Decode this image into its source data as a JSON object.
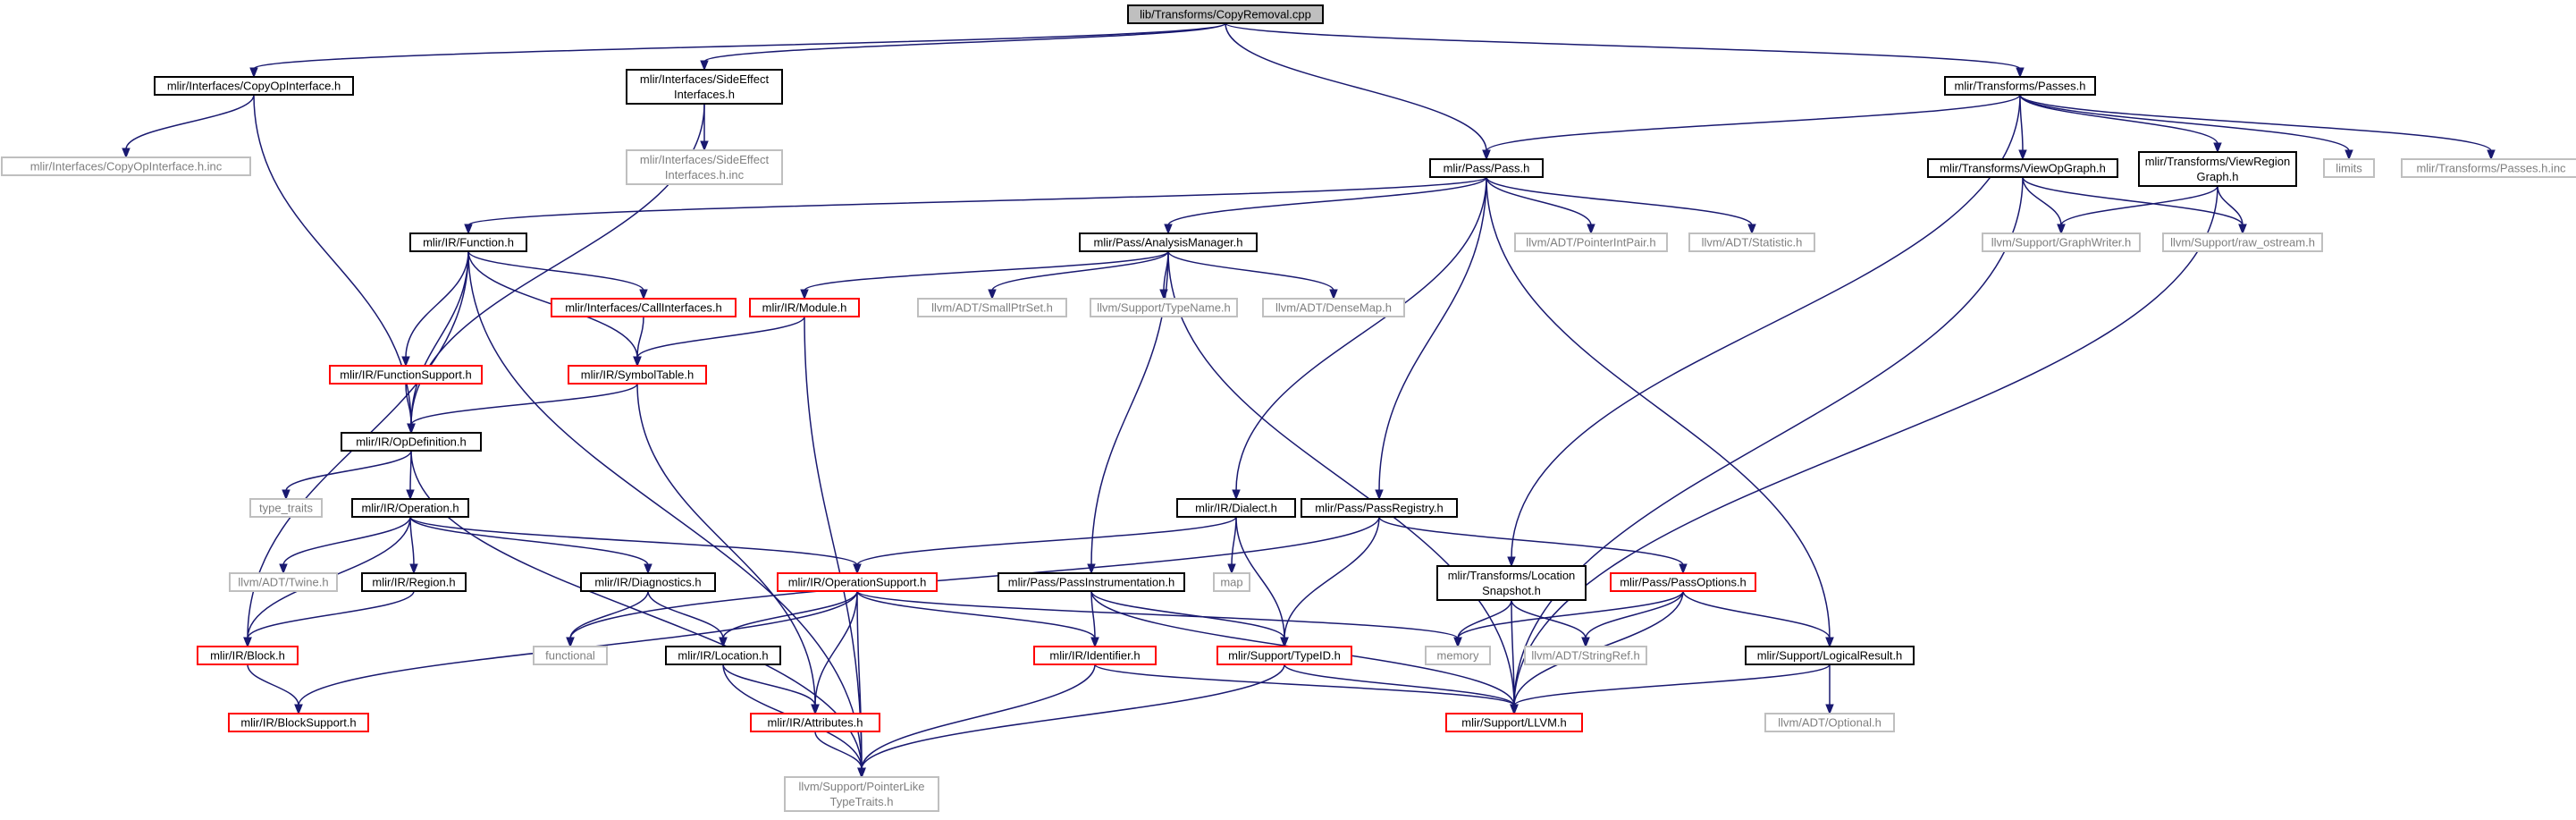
{
  "colors": {
    "edge": "#191970",
    "root_fill": "#bfbfbf",
    "border_normal": "#000000",
    "border_truncated": "#ff0000",
    "border_external": "#bfbfbf",
    "text_normal": "#000000",
    "text_external": "#7f7f7f"
  },
  "graph": {
    "nodes": [
      {
        "id": "copyremoval",
        "lines": [
          "lib/Transforms/CopyRemoval.cpp"
        ],
        "kind": "root"
      },
      {
        "id": "copyopinterface",
        "lines": [
          "mlir/Interfaces/CopyOpInterface.h"
        ],
        "kind": "normal"
      },
      {
        "id": "sideeffect",
        "lines": [
          "mlir/Interfaces/SideEffect",
          "Interfaces.h"
        ],
        "kind": "normal"
      },
      {
        "id": "transforms_passes",
        "lines": [
          "mlir/Transforms/Passes.h"
        ],
        "kind": "normal"
      },
      {
        "id": "copyop_inc",
        "lines": [
          "mlir/Interfaces/CopyOpInterface.h.inc"
        ],
        "kind": "external"
      },
      {
        "id": "sideeffect_inc",
        "lines": [
          "mlir/Interfaces/SideEffect",
          "Interfaces.h.inc"
        ],
        "kind": "external"
      },
      {
        "id": "pass_pass",
        "lines": [
          "mlir/Pass/Pass.h"
        ],
        "kind": "normal"
      },
      {
        "id": "viewopgraph",
        "lines": [
          "mlir/Transforms/ViewOpGraph.h"
        ],
        "kind": "normal"
      },
      {
        "id": "viewregiongraph",
        "lines": [
          "mlir/Transforms/ViewRegion",
          "Graph.h"
        ],
        "kind": "normal"
      },
      {
        "id": "limits",
        "lines": [
          "limits"
        ],
        "kind": "external"
      },
      {
        "id": "passes_inc",
        "lines": [
          "mlir/Transforms/Passes.h.inc"
        ],
        "kind": "external"
      },
      {
        "id": "function",
        "lines": [
          "mlir/IR/Function.h"
        ],
        "kind": "normal"
      },
      {
        "id": "analysismanager",
        "lines": [
          "mlir/Pass/AnalysisManager.h"
        ],
        "kind": "normal"
      },
      {
        "id": "pointerintpair",
        "lines": [
          "llvm/ADT/PointerIntPair.h"
        ],
        "kind": "external"
      },
      {
        "id": "statistic",
        "lines": [
          "llvm/ADT/Statistic.h"
        ],
        "kind": "external"
      },
      {
        "id": "graphwriter",
        "lines": [
          "llvm/Support/GraphWriter.h"
        ],
        "kind": "external"
      },
      {
        "id": "raw_ostream",
        "lines": [
          "llvm/Support/raw_ostream.h"
        ],
        "kind": "external"
      },
      {
        "id": "callinterfaces",
        "lines": [
          "mlir/Interfaces/CallInterfaces.h"
        ],
        "kind": "truncated"
      },
      {
        "id": "module",
        "lines": [
          "mlir/IR/Module.h"
        ],
        "kind": "truncated"
      },
      {
        "id": "smallptrset",
        "lines": [
          "llvm/ADT/SmallPtrSet.h"
        ],
        "kind": "external"
      },
      {
        "id": "typename",
        "lines": [
          "llvm/Support/TypeName.h"
        ],
        "kind": "external"
      },
      {
        "id": "densemap",
        "lines": [
          "llvm/ADT/DenseMap.h"
        ],
        "kind": "external"
      },
      {
        "id": "functionsupport",
        "lines": [
          "mlir/IR/FunctionSupport.h"
        ],
        "kind": "truncated"
      },
      {
        "id": "symboltable",
        "lines": [
          "mlir/IR/SymbolTable.h"
        ],
        "kind": "truncated"
      },
      {
        "id": "opdefinition",
        "lines": [
          "mlir/IR/OpDefinition.h"
        ],
        "kind": "normal"
      },
      {
        "id": "type_traits",
        "lines": [
          "type_traits"
        ],
        "kind": "external"
      },
      {
        "id": "operation",
        "lines": [
          "mlir/IR/Operation.h"
        ],
        "kind": "normal"
      },
      {
        "id": "dialect",
        "lines": [
          "mlir/IR/Dialect.h"
        ],
        "kind": "normal"
      },
      {
        "id": "passregistry",
        "lines": [
          "mlir/Pass/PassRegistry.h"
        ],
        "kind": "normal"
      },
      {
        "id": "twine",
        "lines": [
          "llvm/ADT/Twine.h"
        ],
        "kind": "external"
      },
      {
        "id": "region",
        "lines": [
          "mlir/IR/Region.h"
        ],
        "kind": "normal"
      },
      {
        "id": "diagnostics",
        "lines": [
          "mlir/IR/Diagnostics.h"
        ],
        "kind": "normal"
      },
      {
        "id": "operationsupport",
        "lines": [
          "mlir/IR/OperationSupport.h"
        ],
        "kind": "truncated"
      },
      {
        "id": "map",
        "lines": [
          "map"
        ],
        "kind": "external"
      },
      {
        "id": "passinstrumentation",
        "lines": [
          "mlir/Pass/PassInstrumentation.h"
        ],
        "kind": "normal"
      },
      {
        "id": "locationsnapshot",
        "lines": [
          "mlir/Transforms/Location",
          "Snapshot.h"
        ],
        "kind": "normal"
      },
      {
        "id": "passoptions",
        "lines": [
          "mlir/Pass/PassOptions.h"
        ],
        "kind": "truncated"
      },
      {
        "id": "block",
        "lines": [
          "mlir/IR/Block.h"
        ],
        "kind": "truncated"
      },
      {
        "id": "functional",
        "lines": [
          "functional"
        ],
        "kind": "external"
      },
      {
        "id": "location",
        "lines": [
          "mlir/IR/Location.h"
        ],
        "kind": "normal"
      },
      {
        "id": "identifier",
        "lines": [
          "mlir/IR/Identifier.h"
        ],
        "kind": "truncated"
      },
      {
        "id": "typeid",
        "lines": [
          "mlir/Support/TypeID.h"
        ],
        "kind": "truncated"
      },
      {
        "id": "memory",
        "lines": [
          "memory"
        ],
        "kind": "external"
      },
      {
        "id": "stringref",
        "lines": [
          "llvm/ADT/StringRef.h"
        ],
        "kind": "external"
      },
      {
        "id": "logicalresult",
        "lines": [
          "mlir/Support/LogicalResult.h"
        ],
        "kind": "normal"
      },
      {
        "id": "blocksupport",
        "lines": [
          "mlir/IR/BlockSupport.h"
        ],
        "kind": "truncated"
      },
      {
        "id": "attributes",
        "lines": [
          "mlir/IR/Attributes.h"
        ],
        "kind": "truncated"
      },
      {
        "id": "llvm_h",
        "lines": [
          "mlir/Support/LLVM.h"
        ],
        "kind": "truncated"
      },
      {
        "id": "optional",
        "lines": [
          "llvm/ADT/Optional.h"
        ],
        "kind": "external"
      },
      {
        "id": "pointerlike",
        "lines": [
          "llvm/Support/PointerLike",
          "TypeTraits.h"
        ],
        "kind": "external"
      }
    ],
    "edges": [
      [
        "copyremoval",
        "copyopinterface"
      ],
      [
        "copyremoval",
        "sideeffect"
      ],
      [
        "copyremoval",
        "pass_pass"
      ],
      [
        "copyremoval",
        "transforms_passes"
      ],
      [
        "copyopinterface",
        "copyop_inc"
      ],
      [
        "copyopinterface",
        "opdefinition"
      ],
      [
        "sideeffect",
        "sideeffect_inc"
      ],
      [
        "sideeffect",
        "opdefinition"
      ],
      [
        "transforms_passes",
        "pass_pass"
      ],
      [
        "transforms_passes",
        "viewopgraph"
      ],
      [
        "transforms_passes",
        "viewregiongraph"
      ],
      [
        "transforms_passes",
        "limits"
      ],
      [
        "transforms_passes",
        "passes_inc"
      ],
      [
        "transforms_passes",
        "locationsnapshot"
      ],
      [
        "pass_pass",
        "function"
      ],
      [
        "pass_pass",
        "analysismanager"
      ],
      [
        "pass_pass",
        "pointerintpair"
      ],
      [
        "pass_pass",
        "statistic"
      ],
      [
        "pass_pass",
        "dialect"
      ],
      [
        "pass_pass",
        "passregistry"
      ],
      [
        "pass_pass",
        "logicalresult"
      ],
      [
        "viewopgraph",
        "graphwriter"
      ],
      [
        "viewopgraph",
        "raw_ostream"
      ],
      [
        "viewopgraph",
        "llvm_h"
      ],
      [
        "viewregiongraph",
        "graphwriter"
      ],
      [
        "viewregiongraph",
        "raw_ostream"
      ],
      [
        "viewregiongraph",
        "llvm_h"
      ],
      [
        "function",
        "callinterfaces"
      ],
      [
        "function",
        "functionsupport"
      ],
      [
        "function",
        "symboltable"
      ],
      [
        "function",
        "opdefinition"
      ],
      [
        "function",
        "block"
      ],
      [
        "function",
        "pointerlike"
      ],
      [
        "analysismanager",
        "module"
      ],
      [
        "analysismanager",
        "smallptrset"
      ],
      [
        "analysismanager",
        "typename"
      ],
      [
        "analysismanager",
        "densemap"
      ],
      [
        "analysismanager",
        "passinstrumentation"
      ],
      [
        "analysismanager",
        "llvm_h"
      ],
      [
        "callinterfaces",
        "symboltable"
      ],
      [
        "module",
        "symboltable"
      ],
      [
        "module",
        "pointerlike"
      ],
      [
        "functionsupport",
        "opdefinition"
      ],
      [
        "symboltable",
        "opdefinition"
      ],
      [
        "symboltable",
        "attributes"
      ],
      [
        "opdefinition",
        "type_traits"
      ],
      [
        "opdefinition",
        "operation"
      ],
      [
        "opdefinition",
        "pointerlike"
      ],
      [
        "operation",
        "block"
      ],
      [
        "operation",
        "twine"
      ],
      [
        "operation",
        "region"
      ],
      [
        "operation",
        "diagnostics"
      ],
      [
        "operation",
        "operationsupport"
      ],
      [
        "region",
        "block"
      ],
      [
        "diagnostics",
        "functional"
      ],
      [
        "diagnostics",
        "location"
      ],
      [
        "dialect",
        "operationsupport"
      ],
      [
        "dialect",
        "map"
      ],
      [
        "dialect",
        "typeid"
      ],
      [
        "passregistry",
        "functional"
      ],
      [
        "passregistry",
        "typeid"
      ],
      [
        "passregistry",
        "passoptions"
      ],
      [
        "operationsupport",
        "blocksupport"
      ],
      [
        "operationsupport",
        "location"
      ],
      [
        "operationsupport",
        "identifier"
      ],
      [
        "operationsupport",
        "attributes"
      ],
      [
        "operationsupport",
        "memory"
      ],
      [
        "operationsupport",
        "pointerlike"
      ],
      [
        "passinstrumentation",
        "identifier"
      ],
      [
        "passinstrumentation",
        "typeid"
      ],
      [
        "passinstrumentation",
        "llvm_h"
      ],
      [
        "locationsnapshot",
        "memory"
      ],
      [
        "locationsnapshot",
        "stringref"
      ],
      [
        "locationsnapshot",
        "llvm_h"
      ],
      [
        "passoptions",
        "memory"
      ],
      [
        "passoptions",
        "stringref"
      ],
      [
        "passoptions",
        "logicalresult"
      ],
      [
        "passoptions",
        "llvm_h"
      ],
      [
        "block",
        "blocksupport"
      ],
      [
        "location",
        "attributes"
      ],
      [
        "location",
        "pointerlike"
      ],
      [
        "identifier",
        "llvm_h"
      ],
      [
        "identifier",
        "pointerlike"
      ],
      [
        "typeid",
        "llvm_h"
      ],
      [
        "typeid",
        "pointerlike"
      ],
      [
        "attributes",
        "pointerlike"
      ],
      [
        "logicalresult",
        "llvm_h"
      ],
      [
        "logicalresult",
        "optional"
      ]
    ]
  }
}
